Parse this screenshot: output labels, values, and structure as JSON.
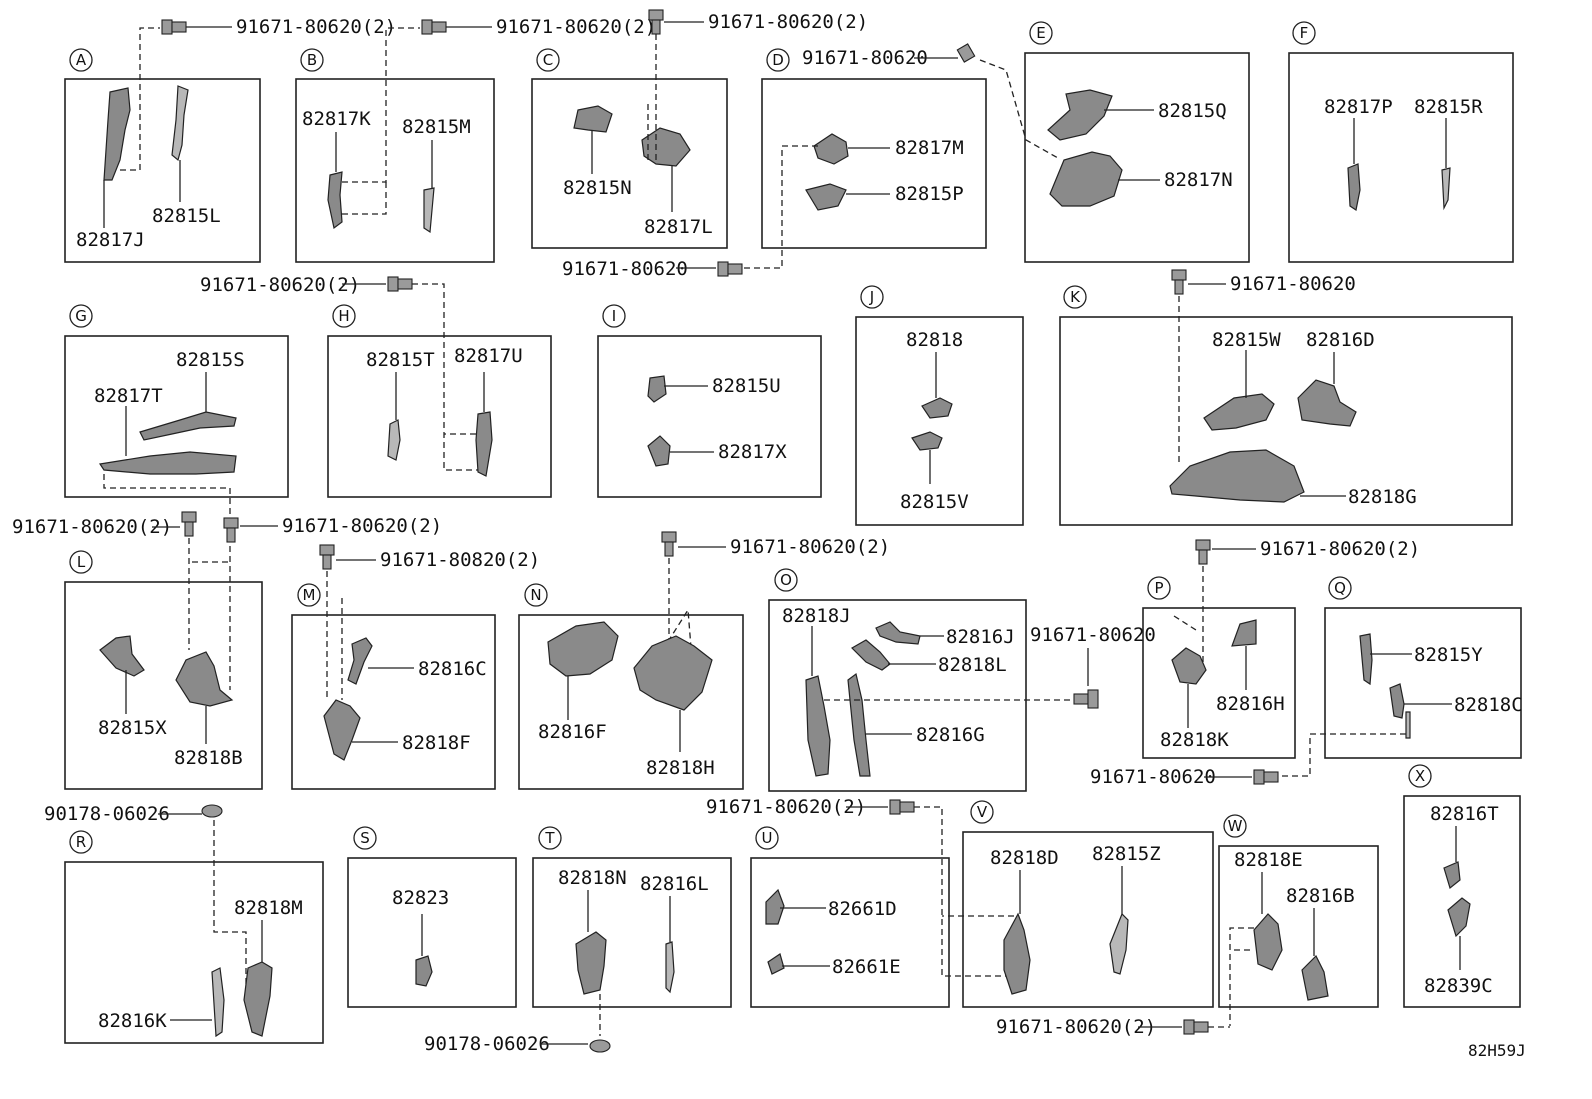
{
  "diagram_code": "82H59J",
  "fastener_91671_80620_2": "91671-80620(2)",
  "fastener_91671_80620": "91671-80620",
  "fastener_91671_80820_2": "91671-80820(2)",
  "fastener_90178_06026": "90178-06026",
  "panels": {
    "A": {
      "letter": "A",
      "parts": [
        "82817J",
        "82815L"
      ]
    },
    "B": {
      "letter": "B",
      "parts": [
        "82817K",
        "82815M"
      ]
    },
    "C": {
      "letter": "C",
      "parts": [
        "82815N",
        "82817L"
      ]
    },
    "D": {
      "letter": "D",
      "parts": [
        "82817M",
        "82815P"
      ]
    },
    "E": {
      "letter": "E",
      "parts": [
        "82815Q",
        "82817N"
      ]
    },
    "F": {
      "letter": "F",
      "parts": [
        "82817P",
        "82815R"
      ]
    },
    "G": {
      "letter": "G",
      "parts": [
        "82815S",
        "82817T"
      ]
    },
    "H": {
      "letter": "H",
      "parts": [
        "82815T",
        "82817U"
      ]
    },
    "I": {
      "letter": "I",
      "parts": [
        "82815U",
        "82817X"
      ]
    },
    "J": {
      "letter": "J",
      "parts": [
        "82818",
        "82815V"
      ]
    },
    "K": {
      "letter": "K",
      "parts": [
        "82815W",
        "82816D",
        "82818G"
      ]
    },
    "L": {
      "letter": "L",
      "parts": [
        "82815X",
        "82818B"
      ]
    },
    "M": {
      "letter": "M",
      "parts": [
        "82816C",
        "82818F"
      ]
    },
    "N": {
      "letter": "N",
      "parts": [
        "82816F",
        "82818H"
      ]
    },
    "O": {
      "letter": "O",
      "parts": [
        "82818J",
        "82816J",
        "82818L",
        "82816G"
      ]
    },
    "P": {
      "letter": "P",
      "parts": [
        "82816H",
        "82818K"
      ]
    },
    "Q": {
      "letter": "Q",
      "parts": [
        "82815Y",
        "82818C"
      ]
    },
    "R": {
      "letter": "R",
      "parts": [
        "82818M",
        "82816K"
      ]
    },
    "S": {
      "letter": "S",
      "parts": [
        "82823"
      ]
    },
    "T": {
      "letter": "T",
      "parts": [
        "82818N",
        "82816L"
      ]
    },
    "U": {
      "letter": "U",
      "parts": [
        "82661D",
        "82661E"
      ]
    },
    "V": {
      "letter": "V",
      "parts": [
        "82818D",
        "82815Z"
      ]
    },
    "W": {
      "letter": "W",
      "parts": [
        "82818E",
        "82816B"
      ]
    },
    "X": {
      "letter": "X",
      "parts": [
        "82816T",
        "82839C"
      ]
    }
  }
}
